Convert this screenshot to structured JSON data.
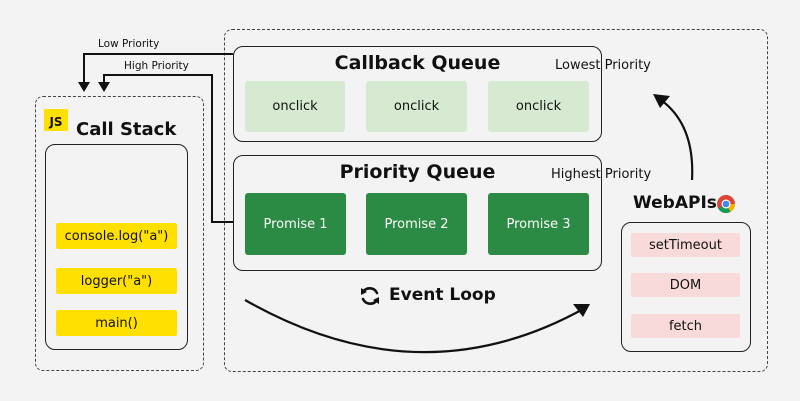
{
  "callstack": {
    "badge": "JS",
    "title": "Call Stack",
    "items": [
      "console.log(\"a\")",
      "logger(\"a\")",
      "main()"
    ]
  },
  "callback_queue": {
    "title": "Callback Queue",
    "priority": "Lowest Priority",
    "items": [
      "onclick",
      "onclick",
      "onclick"
    ]
  },
  "priority_queue": {
    "title": "Priority Queue",
    "priority": "Highest Priority",
    "items": [
      "Promise 1",
      "Promise 2",
      "Promise 3"
    ]
  },
  "event_loop": {
    "label": "Event Loop"
  },
  "webapis": {
    "title": "WebAPIs",
    "items": [
      "setTimeout",
      "DOM",
      "fetch"
    ]
  },
  "arrows": {
    "low": "Low Priority",
    "high": "High Priority"
  },
  "colors": {
    "yellow": "#ffe000",
    "callback_green": "#d5ead0",
    "promise_green": "#2b8a43",
    "webapi_pink": "#f8dada"
  }
}
